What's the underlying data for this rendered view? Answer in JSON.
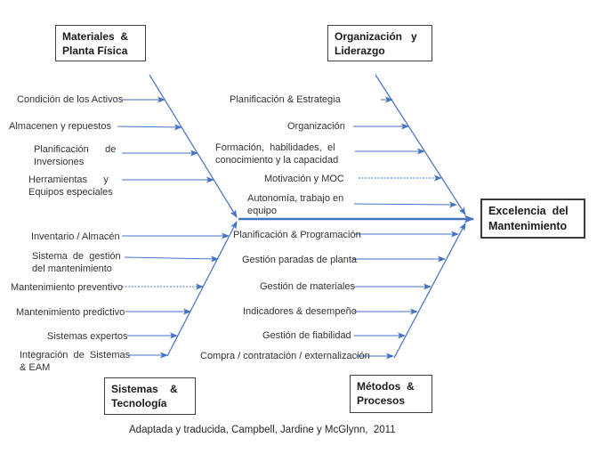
{
  "diagram": {
    "type": "fishbone",
    "result_box": {
      "label": "Excelencia  del\nMantenimiento"
    },
    "caption": "Adaptada y traducida, Campbell, Jardine y McGlynn,  2011",
    "colors": {
      "line_blue": "#4472C4",
      "box_border": "#404040",
      "result_border": "#3b3b3b",
      "text": "#333333"
    },
    "branches": [
      {
        "id": "materiales",
        "label": "Materiales  &\nPlanta Física",
        "items": [
          "Condición de los Activos",
          "Almacenen y repuestos",
          "Planificación      de\nInversiones",
          "Herramientas      y\nEquipos especiales"
        ]
      },
      {
        "id": "organizacion",
        "label": "Organización   y\nLiderazgo",
        "items": [
          "Planificación & Estrategia",
          "Organización",
          "Formación,  habilidades,  el\nconocimiento y la capacidad",
          "Motivación y MOC",
          "Autonomía, trabajo en\nequipo"
        ]
      },
      {
        "id": "sistemas",
        "label": "Sistemas    &\nTecnología",
        "items": [
          "Inventario / Almacén",
          "Sistema  de  gestión\ndel mantenimiento",
          "Mantenimiento preventivo",
          "Mantenimiento predictivo",
          "Sistemas expertos",
          "Integración  de  Sistemas\n& EAM"
        ]
      },
      {
        "id": "metodos",
        "label": "Métodos  &\nProcesos",
        "items": [
          "Planificación & Programación",
          "Gestión paradas de planta",
          "Gestión de materiales",
          "Indicadores & desempeño",
          "Gestión de fiabilidad",
          "Compra / contratación / externalización"
        ]
      }
    ]
  }
}
